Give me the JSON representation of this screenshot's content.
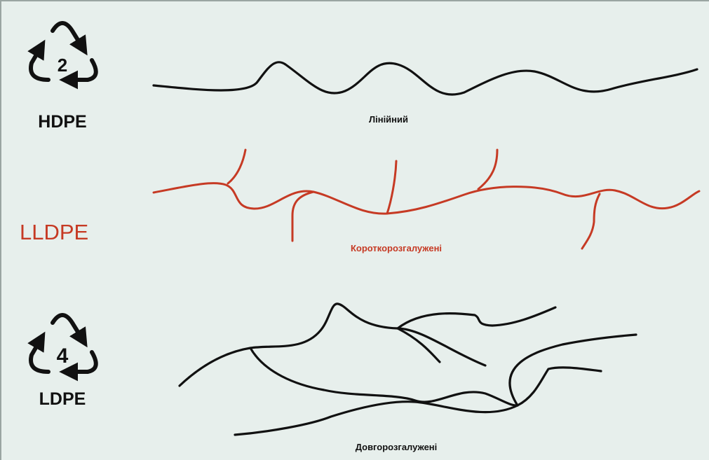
{
  "colors": {
    "background": "#e7efec",
    "black": "#111111",
    "red": "#c63a24"
  },
  "rows": [
    {
      "symbol": {
        "number": "2",
        "code": "HDPE",
        "icon": "recycling-triangle-icon"
      },
      "caption": "Лінійний",
      "color": "#111111"
    },
    {
      "code": "LLDPE",
      "caption": "Короткорозгалужені",
      "color": "#c63a24"
    },
    {
      "symbol": {
        "number": "4",
        "code": "LDPE",
        "icon": "recycling-triangle-icon"
      },
      "caption": "Довгорозгалужені",
      "color": "#111111"
    }
  ]
}
